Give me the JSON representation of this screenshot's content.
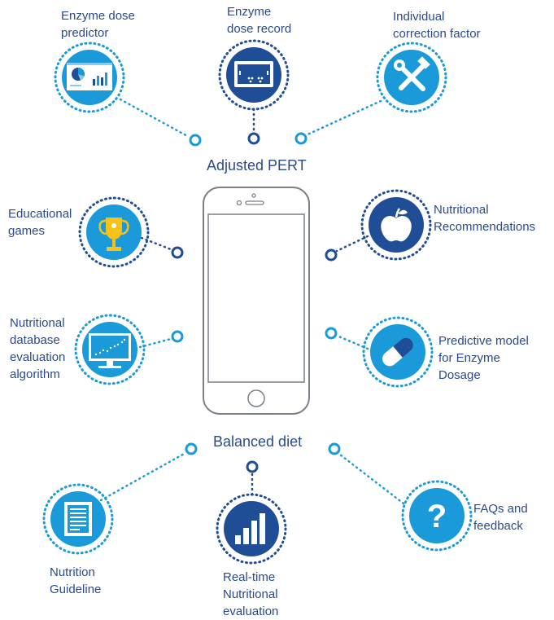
{
  "center": {
    "top_label": "Adjusted PERT",
    "bottom_label": "Balanced diet"
  },
  "features": {
    "enzyme_dose_predictor": {
      "lines": [
        "Enzyme dose",
        "predictor"
      ],
      "icon": "chart-screen-icon"
    },
    "enzyme_dose_record": {
      "lines": [
        "Enzyme",
        "dose record"
      ],
      "icon": "record-screen-icon"
    },
    "individual_correction_factor": {
      "lines": [
        "Individual",
        "correction factor"
      ],
      "icon": "tools-icon"
    },
    "educational_games": {
      "lines": [
        "Educational",
        "games"
      ],
      "icon": "trophy-icon"
    },
    "nutritional_recommendations": {
      "lines": [
        "Nutritional",
        "Recommendations"
      ],
      "icon": "apple-icon"
    },
    "nutritional_database": {
      "lines": [
        "Nutritional",
        "database",
        "evaluation",
        "algorithm"
      ],
      "icon": "monitor-scatter-icon"
    },
    "predictive_model": {
      "lines": [
        "Predictive model",
        "for Enzyme",
        "Dosage"
      ],
      "icon": "pill-icon"
    },
    "nutrition_guideline": {
      "lines": [
        "Nutrition",
        "Guideline"
      ],
      "icon": "document-icon"
    },
    "realtime_evaluation": {
      "lines": [
        "Real-time",
        "Nutritional",
        "evaluation"
      ],
      "icon": "bar-chart-icon"
    },
    "faqs": {
      "lines": [
        "FAQs and",
        "feedback"
      ],
      "icon": "question-icon"
    }
  },
  "colors": {
    "light_blue": "#1a9ad8",
    "dark_blue": "#1f4e96",
    "text_blue": "#2a4a8c",
    "phone_outline": "#7a8088"
  }
}
